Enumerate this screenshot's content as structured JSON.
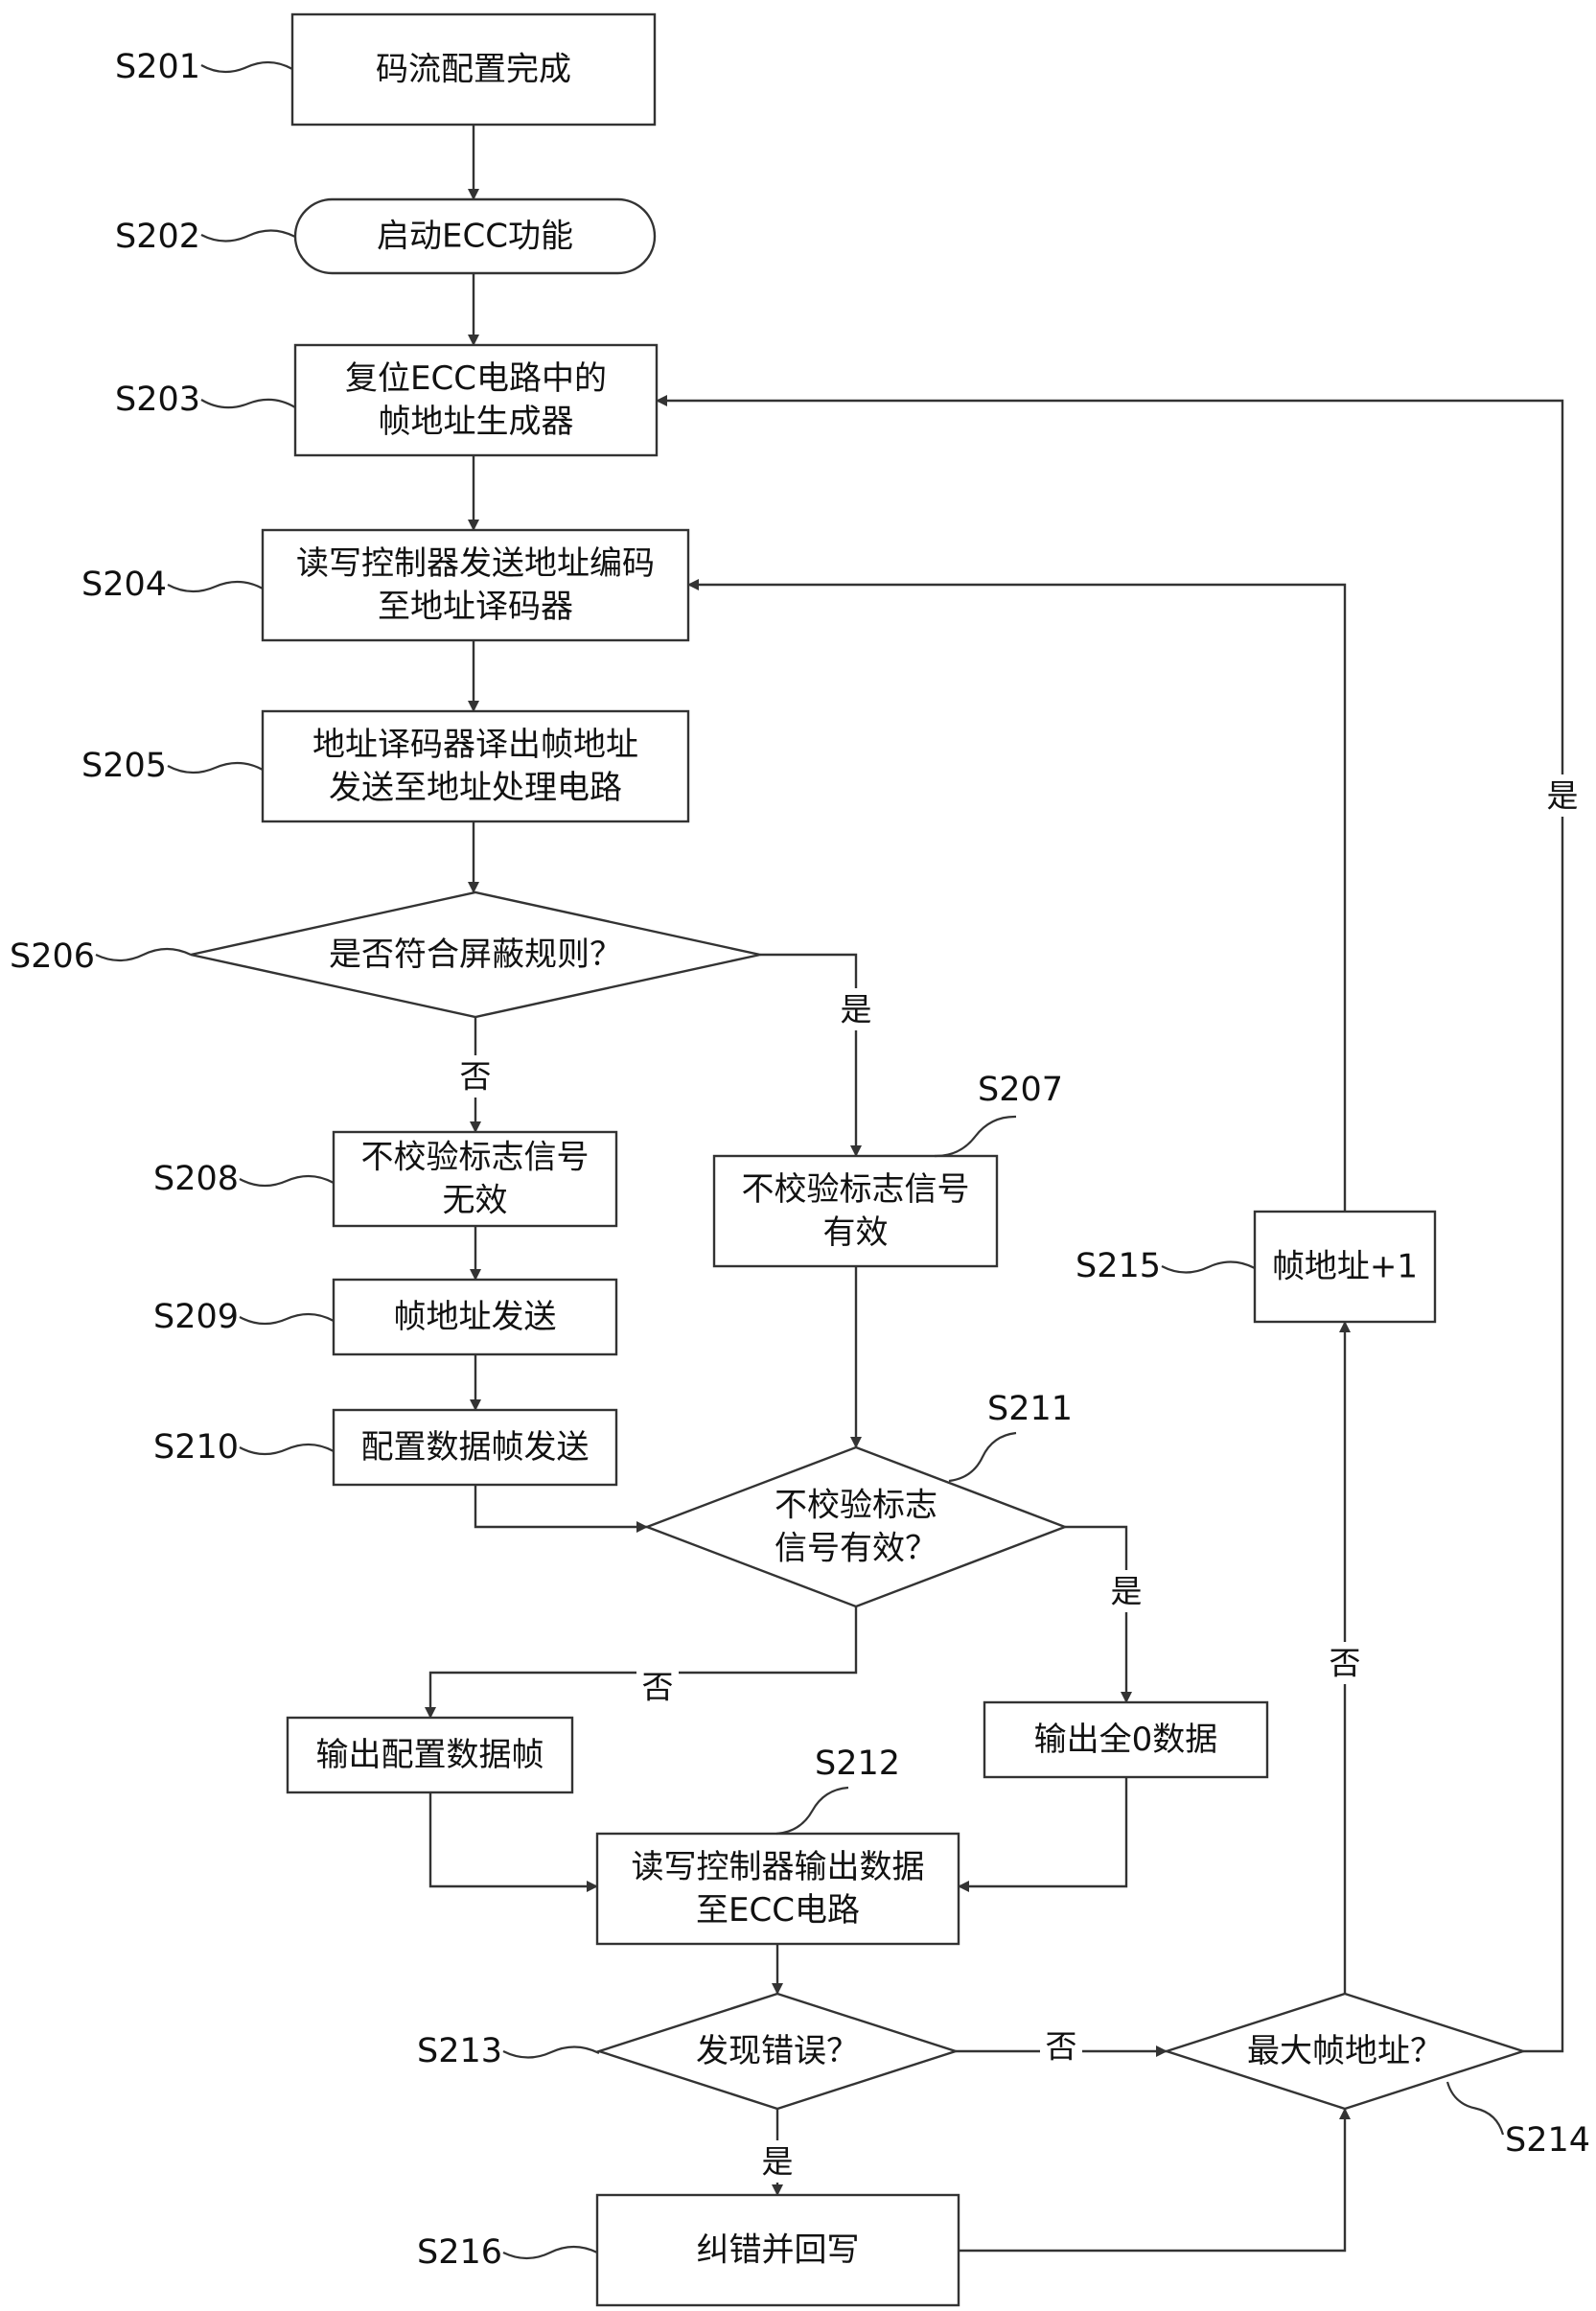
{
  "nodes": {
    "s201": [
      "码流配置完成"
    ],
    "s202": [
      "启动ECC功能"
    ],
    "s203": [
      "复位ECC电路中的",
      "帧地址生成器"
    ],
    "s204": [
      "读写控制器发送地址编码",
      "至地址译码器"
    ],
    "s205": [
      "地址译码器译出帧地址",
      "发送至地址处理电路"
    ],
    "s206": [
      "是否符合屏蔽规则？"
    ],
    "s207": [
      "不校验标志信号",
      "有效"
    ],
    "s208": [
      "不校验标志信号",
      "无效"
    ],
    "s209": [
      "帧地址发送"
    ],
    "s210": [
      "配置数据帧发送"
    ],
    "s211": [
      "不校验标志",
      "信号有效？"
    ],
    "out_frame": [
      "输出配置数据帧"
    ],
    "out_zero": [
      "输出全0数据"
    ],
    "s212": [
      "读写控制器输出数据",
      "至ECC电路"
    ],
    "s213": [
      "发现错误？"
    ],
    "s214": [
      "最大帧地址？"
    ],
    "s215": [
      "帧地址+1"
    ],
    "s216": [
      "纠错并回写"
    ]
  },
  "step_labels": {
    "s201": "S201",
    "s202": "S202",
    "s203": "S203",
    "s204": "S204",
    "s205": "S205",
    "s206": "S206",
    "s207": "S207",
    "s208": "S208",
    "s209": "S209",
    "s210": "S210",
    "s211": "S211",
    "s212": "S212",
    "s213": "S213",
    "s214": "S214",
    "s215": "S215",
    "s216": "S216"
  },
  "branches": {
    "s206_yes": "是",
    "s206_no": "否",
    "s211_yes": "是",
    "s211_no": "否",
    "s213_yes": "是",
    "s213_no": "否",
    "s214_yes": "是",
    "s214_no": "否"
  },
  "colors": {
    "line": "#333333",
    "text": "#111111",
    "background": "#ffffff"
  }
}
